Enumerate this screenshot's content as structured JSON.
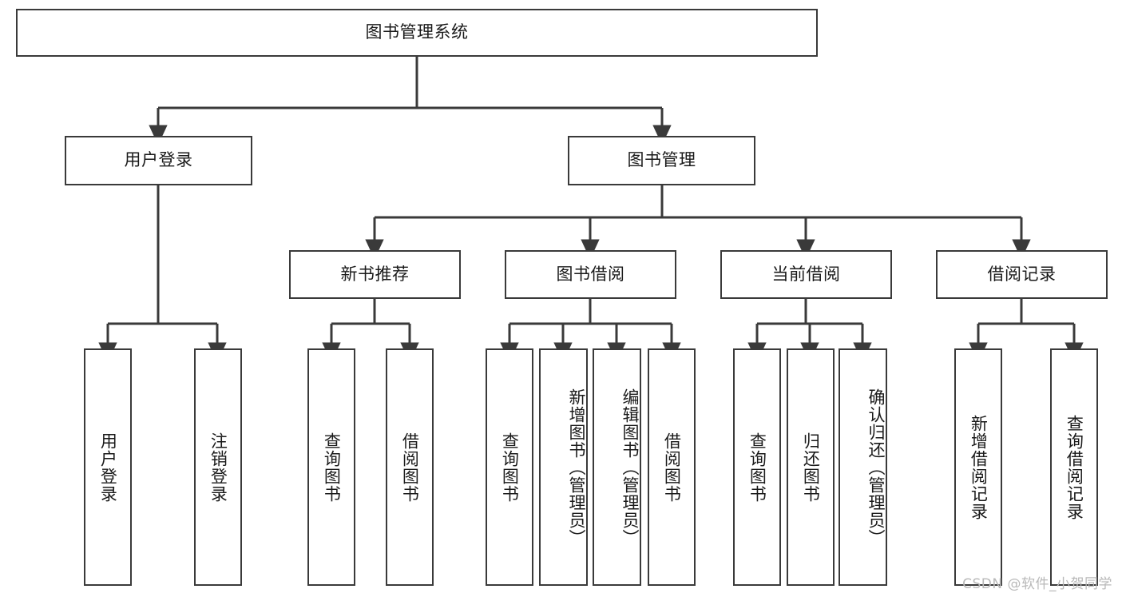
{
  "diagram": {
    "title": "图书管理系统",
    "type": "hierarchy-tree",
    "watermark": "CSDN @软件_小贺同学",
    "style": {
      "border_color": "#3a3a3a",
      "background": "#ffffff",
      "text_color": "#1a1a1a",
      "watermark_color": "#b9b9b9"
    },
    "root": {
      "label": "图书管理系统"
    },
    "level2": [
      {
        "label": "用户登录"
      },
      {
        "label": "图书管理"
      }
    ],
    "level3": [
      {
        "label": "新书推荐"
      },
      {
        "label": "图书借阅"
      },
      {
        "label": "当前借阅"
      },
      {
        "label": "借阅记录"
      }
    ],
    "leaves": {
      "user_login": [
        {
          "label": "用户登录"
        },
        {
          "label": "注销登录"
        }
      ],
      "new_book": [
        {
          "label": "查询图书"
        },
        {
          "label": "借阅图书"
        }
      ],
      "book_borrow": [
        {
          "label": "查询图书"
        },
        {
          "label": "新增图书（管理员）"
        },
        {
          "label": "编辑图书（管理员）"
        },
        {
          "label": "借阅图书"
        }
      ],
      "current_borrow": [
        {
          "label": "查询图书"
        },
        {
          "label": "归还图书"
        },
        {
          "label": "确认归还（管理员）"
        }
      ],
      "borrow_record": [
        {
          "label": "新增借阅记录"
        },
        {
          "label": "查询借阅记录"
        }
      ]
    }
  }
}
